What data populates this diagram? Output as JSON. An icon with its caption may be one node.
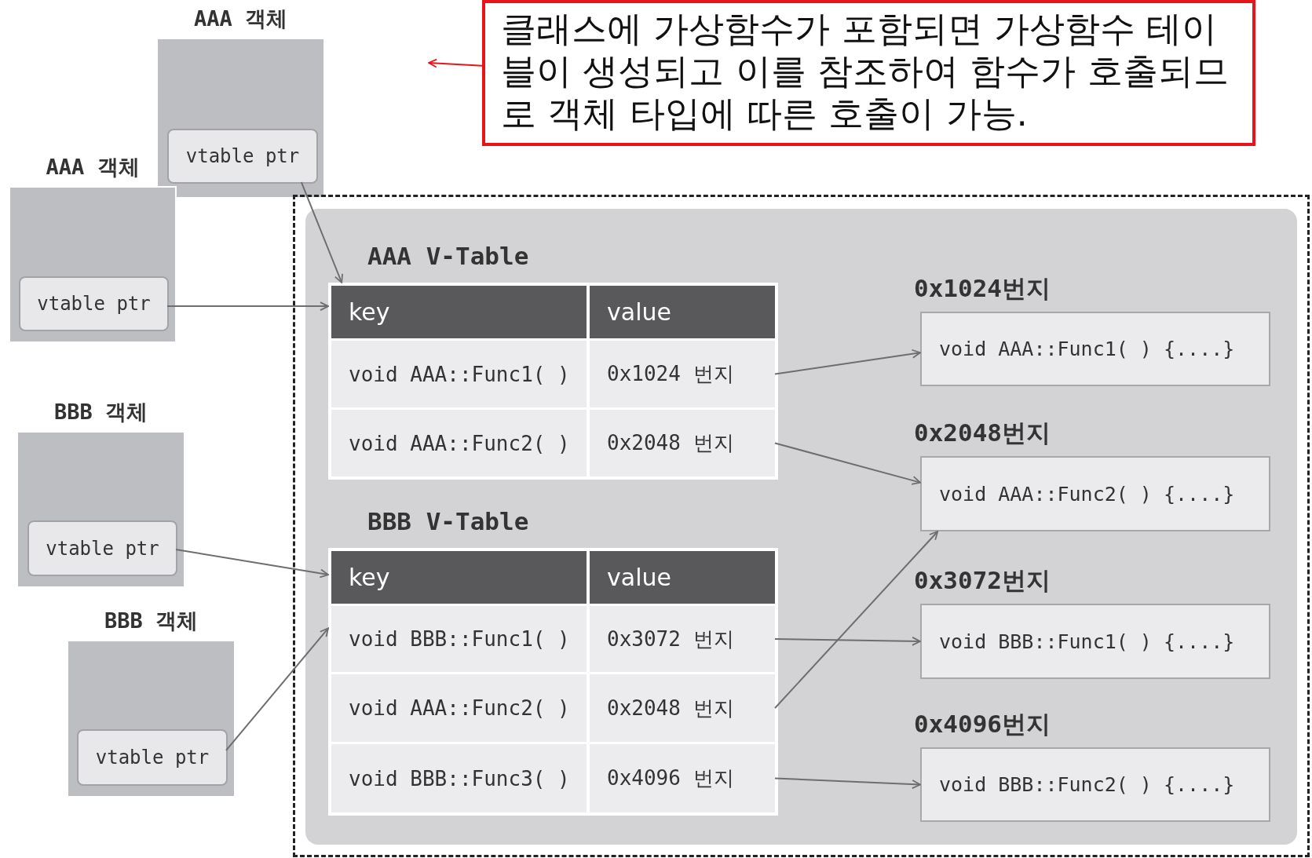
{
  "diagram": {
    "nodes": [
      {
        "text": [
          "클래스에 가상함수가 포함되면 가상함수 테이블이 생성되고 이를 참조하여 함수가 호출되므로 객체 타입에 따른 호출이 가능."
        ]
      },
      {
        "text": [
          "AAA 객체"
        ]
      },
      {
        "text": [
          "vtable ptr"
        ],
        "in": 1
      },
      {
        "text": [
          "AAA 객체"
        ]
      },
      {
        "text": [
          "vtable ptr"
        ],
        "in": 3
      },
      {
        "text": [
          "BBB 객체"
        ]
      },
      {
        "text": [
          "vtable ptr"
        ],
        "in": 5
      },
      {
        "text": [
          "BBB 객체"
        ]
      },
      {
        "text": [
          "vtable ptr"
        ],
        "in": 7
      },
      {
        "text": [],
        "shape": "box"
      },
      {
        "text": [
          "AAA V-Table"
        ],
        "in": 9
      },
      {
        "text": [
          "key"
        ],
        "in": 10
      },
      {
        "text": [
          "value"
        ],
        "in": 10
      },
      {
        "text": [
          "void AAA::Func1( )"
        ],
        "in": 10
      },
      {
        "text": [
          "0x1024 번지"
        ],
        "in": 10
      },
      {
        "text": [
          "void AAA::Func2( )"
        ],
        "in": 10
      },
      {
        "text": [
          "0x2048 번지"
        ],
        "in": 10
      },
      {
        "text": [
          "BBB V-Table"
        ],
        "in": 9
      },
      {
        "text": [
          "key"
        ],
        "in": 17
      },
      {
        "text": [
          "value"
        ],
        "in": 17
      },
      {
        "text": [
          "void BBB::Func1( )"
        ],
        "in": 17
      },
      {
        "text": [
          "0x3072 번지"
        ],
        "in": 17
      },
      {
        "text": [
          "void AAA::Func2( )"
        ],
        "in": 17
      },
      {
        "text": [
          "0x2048 번지"
        ],
        "in": 17
      },
      {
        "text": [
          "void BBB::Func3( )"
        ],
        "in": 17
      },
      {
        "text": [
          "0x4096 번지"
        ],
        "in": 17
      },
      {
        "text": [
          "0x1024번지",
          "void AAA::Func1( ) {....}"
        ],
        "in": 9
      },
      {
        "text": [
          "0x2048번지",
          "void AAA::Func2( ) {....}"
        ],
        "in": 9
      },
      {
        "text": [
          "0x3072번지",
          "void BBB::Func1( ) {....}"
        ],
        "in": 9
      },
      {
        "text": [
          "0x4096번지",
          "void BBB::Func2( ) {....}"
        ],
        "in": 9
      }
    ],
    "edges": [
      {
        "from": 0,
        "to": null,
        "arrow": "to",
        "color": "#e8141b"
      },
      {
        "from": 2,
        "to": 10,
        "arrow": "to"
      },
      {
        "from": 4,
        "to": 10,
        "arrow": "to"
      },
      {
        "from": 6,
        "to": 17,
        "arrow": "to"
      },
      {
        "from": 8,
        "to": 17,
        "arrow": "to"
      },
      {
        "from": 14,
        "to": 26,
        "arrow": "to"
      },
      {
        "from": 16,
        "to": 27,
        "arrow": "to"
      },
      {
        "from": 21,
        "to": 28,
        "arrow": "to"
      },
      {
        "from": 23,
        "to": 27,
        "arrow": "to"
      },
      {
        "from": 25,
        "to": 29,
        "arrow": "to"
      }
    ]
  }
}
